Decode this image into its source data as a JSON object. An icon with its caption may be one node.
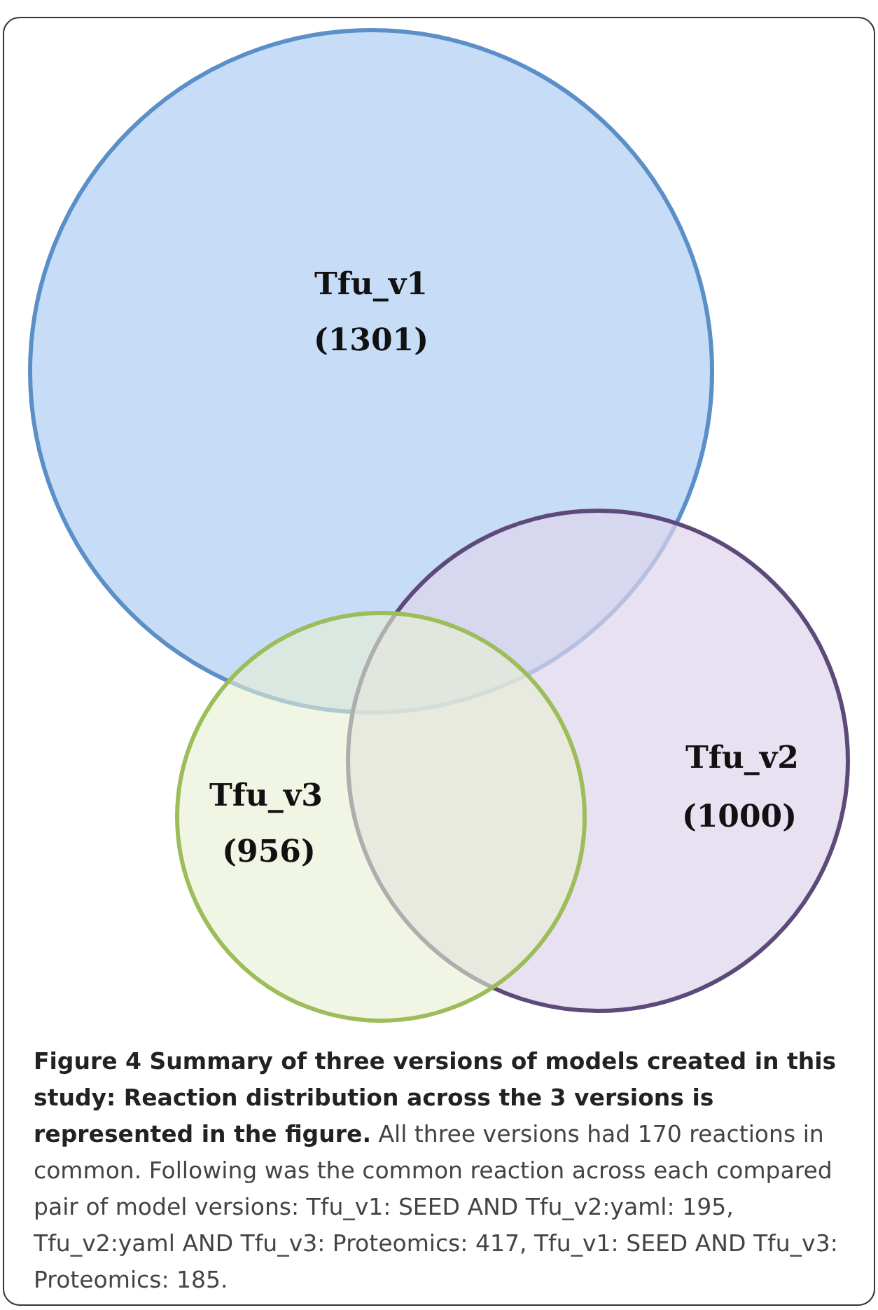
{
  "diagram": {
    "caption": "**Figure 4 Summary of three versions of models created in this study: Reaction distribution across the 3 versions is represented in the figure.** All three versions had 170 reactions in common. Following was the common reaction across each compared pair of model versions: Tfu_v1: SEED AND Tfu_v2:yaml: 195, Tfu_v2:yaml AND Tfu_v3: Proteomics: 417, Tfu_v1: SEED AND Tfu_v3: Proteomics: 185.",
    "nodes": [
      {
        "text": [
          "Tfu_v1",
          "(1301)"
        ]
      },
      {
        "text": [
          "Tfu_v2",
          "(1000)"
        ]
      },
      {
        "text": [
          "Tfu_v3",
          "(956)"
        ]
      }
    ],
    "edges": []
  }
}
